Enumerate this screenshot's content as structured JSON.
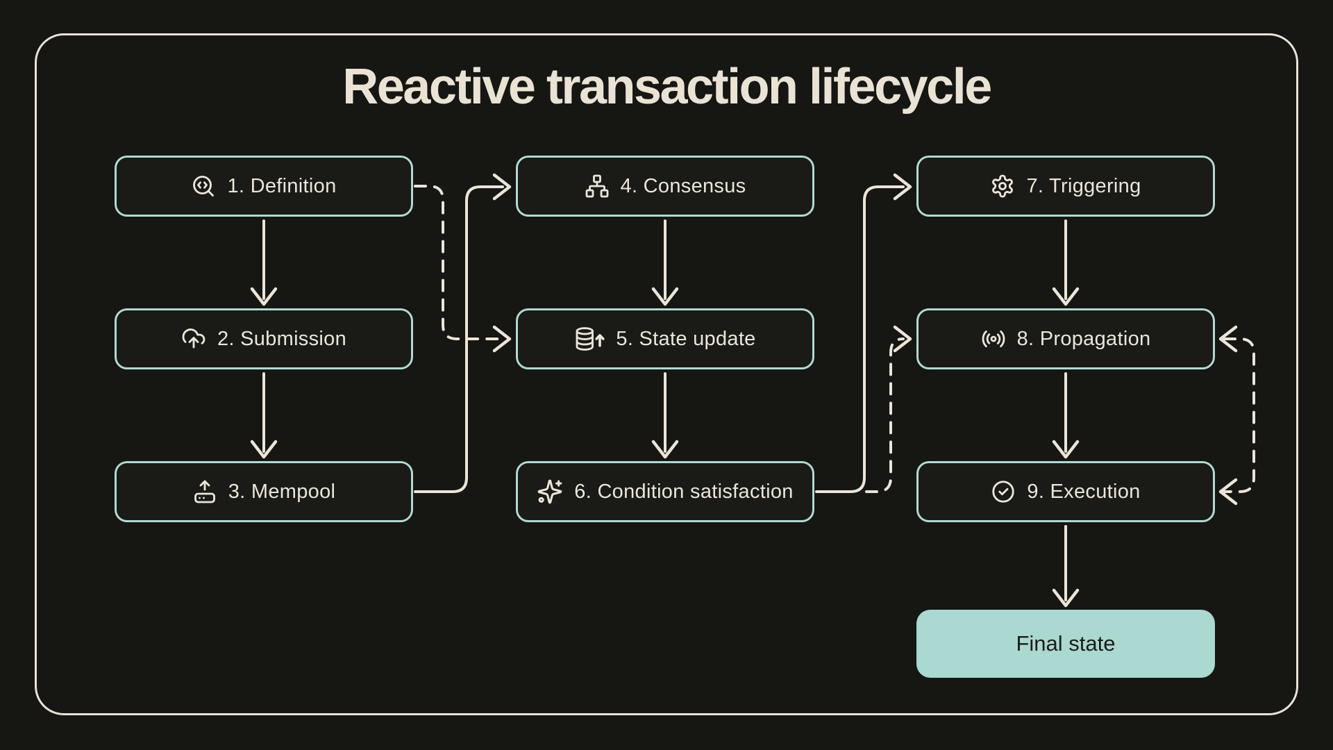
{
  "title": "Reactive transaction lifecycle",
  "diagram": {
    "nodes": [
      {
        "id": "definition",
        "label": "1. Definition",
        "icon": "search-code"
      },
      {
        "id": "submission",
        "label": "2. Submission",
        "icon": "cloud-upload"
      },
      {
        "id": "mempool",
        "label": "3. Mempool",
        "icon": "hard-drive-upload"
      },
      {
        "id": "consensus",
        "label": "4. Consensus",
        "icon": "network"
      },
      {
        "id": "state-update",
        "label": "5. State update",
        "icon": "database-up-arrow"
      },
      {
        "id": "condition-satisfaction",
        "label": "6. Condition satisfaction",
        "icon": "sparkles"
      },
      {
        "id": "triggering",
        "label": "7. Triggering",
        "icon": "gear"
      },
      {
        "id": "propagation",
        "label": "8. Propagation",
        "icon": "radio-broadcast"
      },
      {
        "id": "execution",
        "label": "9. Execution",
        "icon": "check-circle"
      }
    ],
    "final_node": {
      "id": "final-state",
      "label": "Final state"
    },
    "edges": [
      {
        "from": "definition",
        "to": "submission",
        "style": "solid"
      },
      {
        "from": "submission",
        "to": "mempool",
        "style": "solid"
      },
      {
        "from": "mempool",
        "to": "consensus",
        "style": "solid"
      },
      {
        "from": "definition",
        "to": "state-update",
        "style": "dashed"
      },
      {
        "from": "consensus",
        "to": "state-update",
        "style": "solid"
      },
      {
        "from": "state-update",
        "to": "condition-satisfaction",
        "style": "solid"
      },
      {
        "from": "condition-satisfaction",
        "to": "triggering",
        "style": "solid"
      },
      {
        "from": "condition-satisfaction",
        "to": "propagation",
        "style": "dashed"
      },
      {
        "from": "triggering",
        "to": "propagation",
        "style": "solid"
      },
      {
        "from": "propagation",
        "to": "execution",
        "style": "solid"
      },
      {
        "from": "execution",
        "to": "propagation",
        "style": "dashed-both-arrowheads"
      },
      {
        "from": "execution",
        "to": "final-state",
        "style": "solid"
      }
    ]
  },
  "colors": {
    "background": "#161613",
    "frame_border": "#eae3d4",
    "node_border": "#aedbd3",
    "node_fill": "#1a1a17",
    "node_text": "#ece6d8",
    "arrow": "#ece5d7",
    "title_text": "#eae3d4",
    "final_fill": "#a9d9d1",
    "final_text": "#1c1c19"
  }
}
